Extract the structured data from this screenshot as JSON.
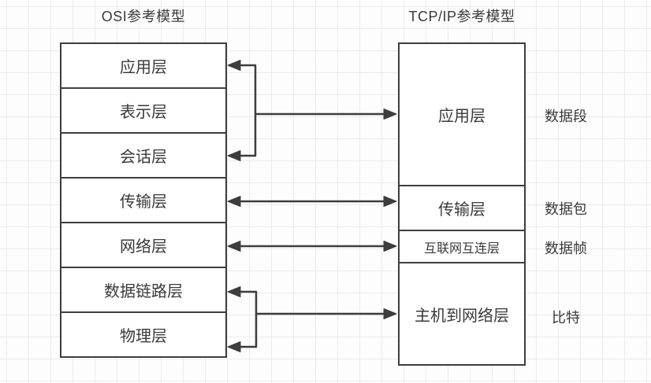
{
  "titles": {
    "osi": "OSI参考模型",
    "tcpip": "TCP/IP参考模型"
  },
  "osi_layers": [
    "应用层",
    "表示层",
    "会话层",
    "传输层",
    "网络层",
    "数据链路层",
    "物理层"
  ],
  "tcpip_layers": [
    "应用层",
    "传输层",
    "互联网互连层",
    "主机到网络层"
  ],
  "pdu_labels": [
    "数据段",
    "数据包",
    "数据帧",
    "比特"
  ],
  "colors": {
    "line": "#3d3d3d",
    "text": "#3a3a3a",
    "grid_line": "#ececec",
    "background": "#fdfdfd",
    "box_fill": "#ffffff"
  }
}
